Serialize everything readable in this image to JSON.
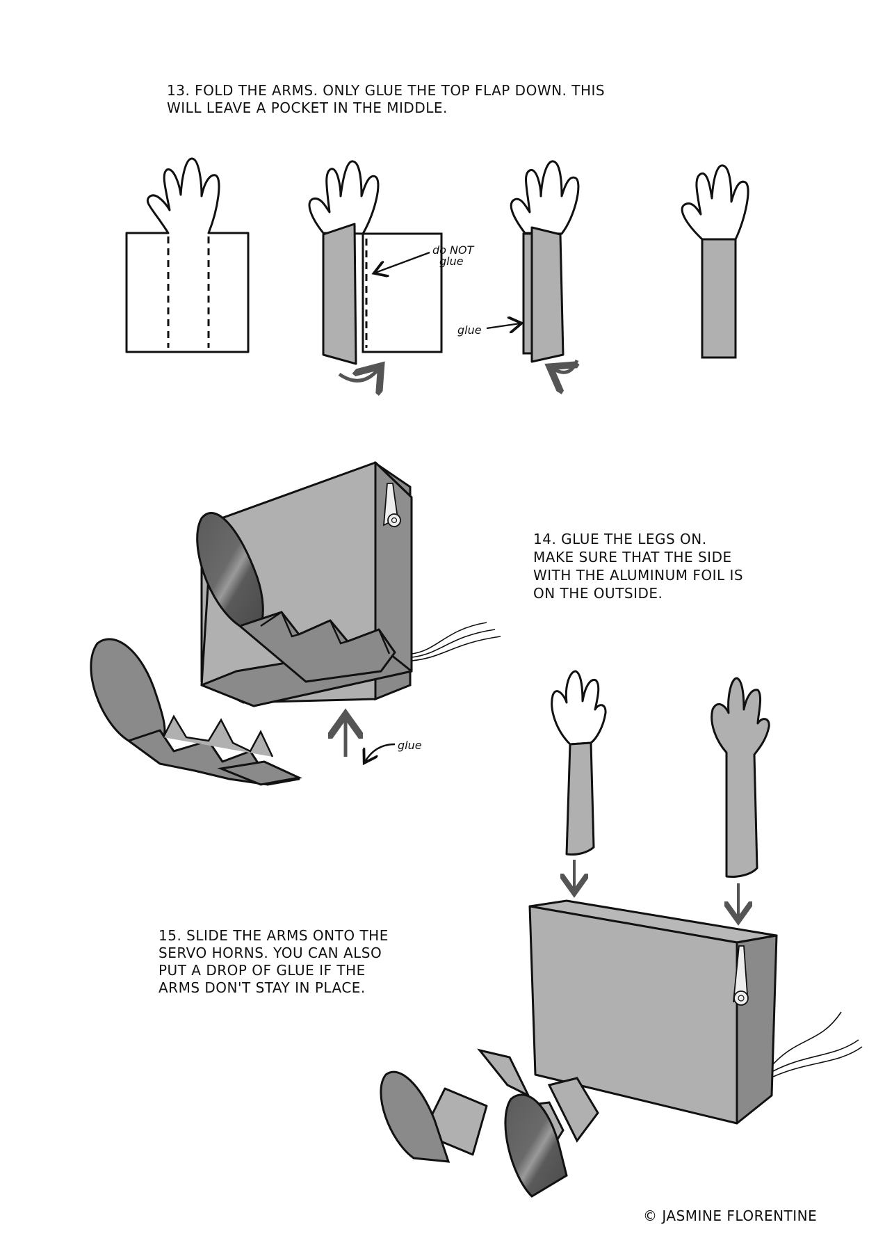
{
  "page": {
    "background": "#ffffff",
    "ink_color": "#111111",
    "paper_gray": "#b0b0b0",
    "dark_gray": "#888888",
    "foil_gray": "#5a5a5a"
  },
  "steps": [
    {
      "number": "13",
      "text": "13. FOLD THE ARMS. ONLY GLUE THE TOP FLAP DOWN. THIS\nWILL LEAVE A POCKET IN THE MIDDLE.",
      "figures": [
        "unfolded-arm",
        "left-flap-folded",
        "right-flap-folded",
        "finished-arm"
      ],
      "annotations": {
        "do_not_glue": "do NOT\nglue",
        "do_not_glue_line1": "do NOT",
        "do_not_glue_line2": "glue",
        "glue": "glue"
      }
    },
    {
      "number": "14",
      "text": "14. GLUE THE LEGS ON.\nMAKE SURE THAT THE SIDE\nWITH THE ALUMINUM FOIL IS\nON THE OUTSIDE.",
      "annotations": {
        "glue": "glue"
      }
    },
    {
      "number": "15",
      "text": "15. SLIDE THE ARMS ONTO THE\nSERVO HORNS. YOU CAN ALSO\nPUT A DROP OF GLUE IF THE\nARMS DON'T STAY IN PLACE."
    }
  ],
  "footer": {
    "copyright": "© JASMINE FLORENTINE"
  }
}
